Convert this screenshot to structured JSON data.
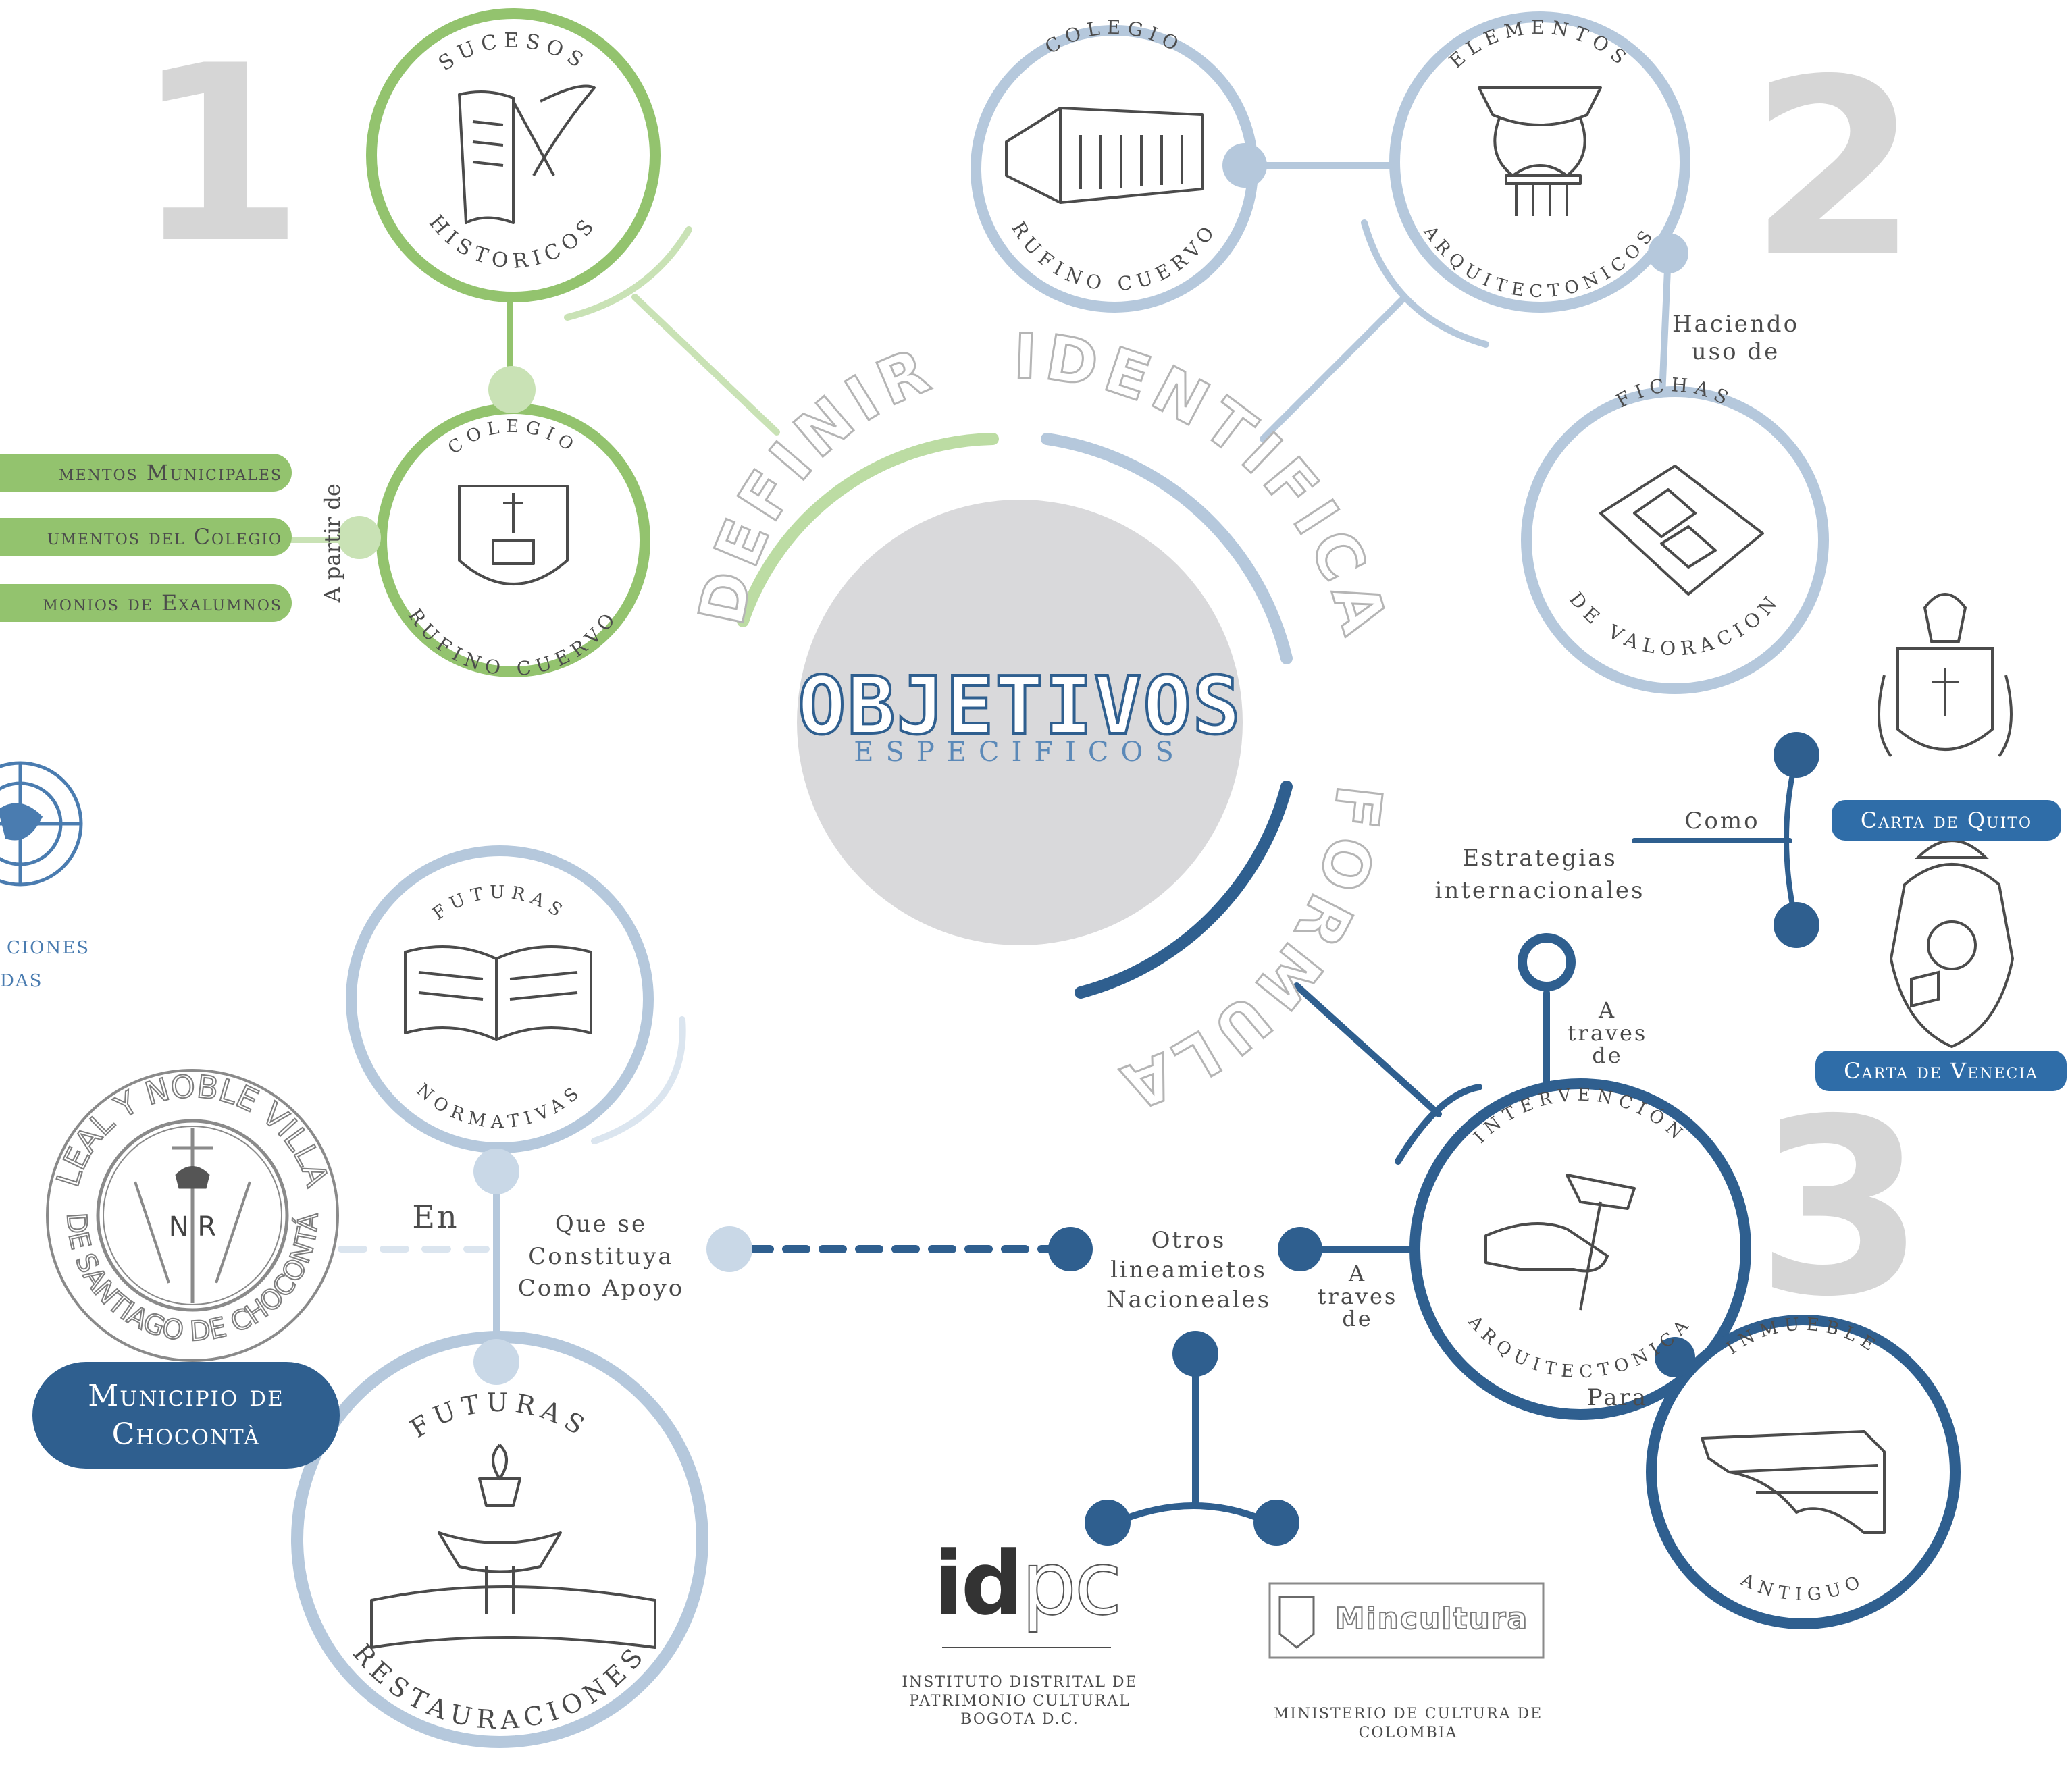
{
  "center": {
    "title": "OBJETIVOS",
    "subtitle": "ESPECIFICOS"
  },
  "verbs": {
    "definir": "DEFINIR",
    "identificar": "IDENTIFICAR",
    "formular": "FORMULAR"
  },
  "numbers": {
    "one": "1",
    "two": "2",
    "three": "3"
  },
  "nodes": {
    "sucesos_top": "SUCESOS",
    "sucesos_bottom": "HISTORICOS",
    "colegio_green_top": "COLEGIO",
    "colegio_green_bottom": "RUFINO CUERVO",
    "colegio_blue_top": "COLEGIO",
    "colegio_blue_bottom": "RUFINO CUERVO",
    "elementos_top": "ELEMENTOS",
    "elementos_bottom": "ARQUITECTONICOS",
    "fichas_top": "FICHAS",
    "fichas_bottom": "DE VALORACION",
    "normativas_top": "FUTURAS",
    "normativas_bottom": "NORMATIVAS",
    "restauraciones_top": "FUTURAS",
    "restauraciones_bottom": "RESTAURACIONES",
    "intervencion_top": "INTERVENCIÓN",
    "intervencion_bottom": "ARQUITECTONICA",
    "inmueble_top": "INMUEBLE",
    "inmueble_bottom": "ANTIGUO"
  },
  "pills": {
    "docs_municipales": "mentos Municipales",
    "docs_colegio": "umentos del Colegio",
    "testimonios": "monios de Exalumnos",
    "carta_quito": "Carta de Quito",
    "carta_venecia": "Carta de Venecia",
    "municipio_line1": "Municipio de",
    "municipio_line2": "Chocontà"
  },
  "labels": {
    "a_partir_de": "A partir de",
    "haciendo_1": "Haciendo",
    "haciendo_2": "uso de",
    "como": "Como",
    "estrategias_1": "Estrategias",
    "estrategias_2": "internacionales",
    "a_traves_top_1": "A",
    "a_traves_top_2": "traves",
    "a_traves_top_3": "de",
    "a_traves_mid_1": "A",
    "a_traves_mid_2": "traves",
    "a_traves_mid_3": "de",
    "otros_1": "Otros",
    "otros_2": "lineamietos",
    "otros_3": "Nacioneales",
    "en": "En",
    "que_1": "Que se",
    "que_2": "Constituya",
    "que_3": "Como Apoyo",
    "para": "Para",
    "naciones_1": "CIONES",
    "naciones_2": "DAS"
  },
  "logos": {
    "idpc_word_a": "id",
    "idpc_word_b": "pc",
    "idpc_cap_1": "INSTITUTO DISTRITAL DE",
    "idpc_cap_2": "PATRIMONIO CULTURAL",
    "idpc_cap_3": "BOGOTA D.C.",
    "mincultura_word": "Mincultura",
    "mincultura_cap_1": "MINISTERIO DE CULTURA DE",
    "mincultura_cap_2": "COLOMBIA",
    "seal_top": "LEAL Y NOBLE VILLA",
    "seal_bottom": "DE SANTIAGO DE CHOCONTÁ",
    "seal_letters": "N R"
  },
  "colors": {
    "green": "#93c36e",
    "light_blue": "#b5c8dc",
    "dark_blue": "#2f5f8f",
    "mid_blue": "#2f6da8",
    "grey": "#d9d9db"
  }
}
